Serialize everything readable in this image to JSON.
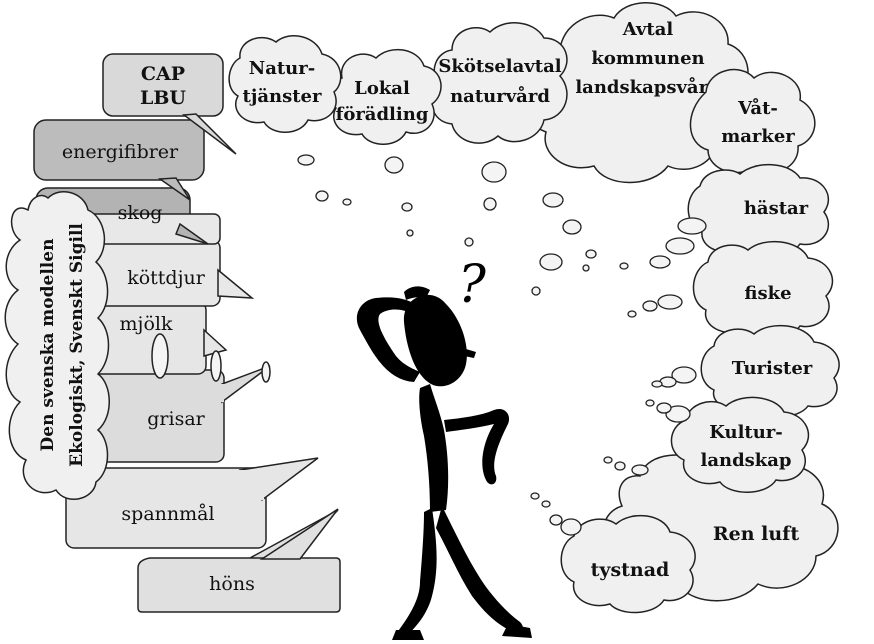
{
  "colors": {
    "cloud_fill": "#f0f0f0",
    "bubble_light": "#eeeeee",
    "bubble_mid": "#d9d9d9",
    "bubble_dark": "#b3b3b3",
    "outline": "#222222",
    "figure": "#000000"
  },
  "figure": {
    "question_mark": "?"
  },
  "left_bubbles": {
    "cap_line1": "CAP",
    "cap_line2": "LBU",
    "energifibrer": "energifibrer",
    "skog": "skog",
    "kottdjur": "köttdjur",
    "mjolk": "mjölk",
    "grisar": "grisar",
    "spannmal": "spannmål",
    "hons": "höns"
  },
  "left_cloud": {
    "line1": "Den svenska modellen",
    "line2": "Ekologiskt, Svenskt Sigill"
  },
  "top_clouds": {
    "naturtjanster_1": "Natur-",
    "naturtjanster_2": "tjänster",
    "lokal_1": "Lokal",
    "lokal_2": "förädling",
    "skotsel_1": "Skötselavtal",
    "skotsel_2": "naturvård",
    "avtal_1": "Avtal",
    "avtal_2": "kommunen",
    "avtal_3": "landskapsvård"
  },
  "right_clouds": {
    "vat_1": "Våt-",
    "vat_2": "marker",
    "hastar": "hästar",
    "fiske": "fiske",
    "turister": "Turister",
    "kultur_1": "Kultur-",
    "kultur_2": "landskap",
    "ren_luft": "Ren luft",
    "tystnad": "tystnad"
  }
}
